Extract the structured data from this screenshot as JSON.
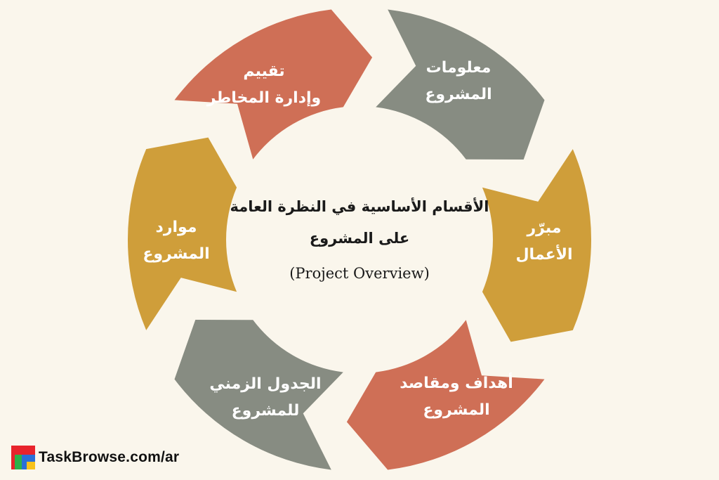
{
  "center": {
    "title_line1": "الأقسام الأساسية في النظرة العامة",
    "title_line2": "على المشروع",
    "subtitle": "(Project Overview)"
  },
  "segments": [
    {
      "id": "project-info",
      "line1": "معلومات",
      "line2": "المشروع",
      "color": "#878c82"
    },
    {
      "id": "business-case",
      "line1": "مبرّر",
      "line2": "الأعمال",
      "color": "#cf9e3a"
    },
    {
      "id": "goals-objectives",
      "line1": "أهداف ومقاصد",
      "line2": "المشروع",
      "color": "#cf6f56"
    },
    {
      "id": "project-schedule",
      "line1": "الجدول الزمني",
      "line2": "للمشروع",
      "color": "#878c82"
    },
    {
      "id": "project-resources",
      "line1": "موارد",
      "line2": "المشروع",
      "color": "#cf9e3a"
    },
    {
      "id": "risk-management",
      "line1": "تقييم",
      "line2": "وإدارة المخاطر",
      "color": "#cf6f56"
    }
  ],
  "colors": {
    "background": "#faf6ec",
    "gray": "#878c82",
    "gold": "#cf9e3a",
    "coral": "#cf6f56",
    "logo_red": "#e8242c",
    "logo_green": "#2db24a",
    "logo_blue": "#2a6fd8",
    "logo_yellow": "#f7c21c"
  },
  "brand": {
    "text": "TaskBrowse.com/ar",
    "icon": "taskbrowse-logo-icon"
  }
}
